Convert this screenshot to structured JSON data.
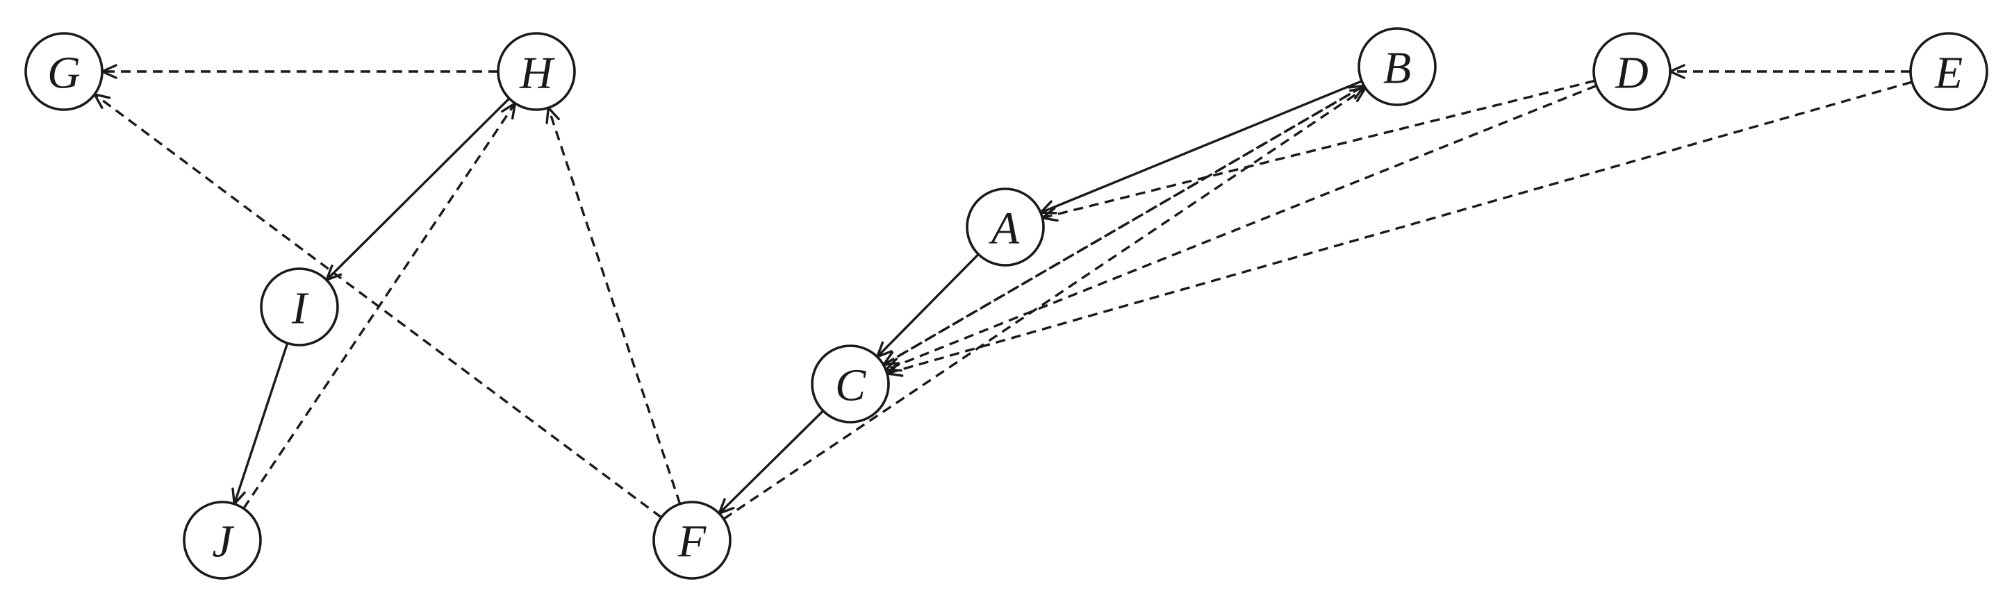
{
  "diagram": {
    "type": "directed-graph",
    "nodes": [
      {
        "id": "G",
        "label": "G"
      },
      {
        "id": "H",
        "label": "H"
      },
      {
        "id": "I",
        "label": "I"
      },
      {
        "id": "J",
        "label": "J"
      },
      {
        "id": "F",
        "label": "F"
      },
      {
        "id": "C",
        "label": "C"
      },
      {
        "id": "A",
        "label": "A"
      },
      {
        "id": "B",
        "label": "B"
      },
      {
        "id": "D",
        "label": "D"
      },
      {
        "id": "E",
        "label": "E"
      }
    ],
    "edges": [
      {
        "from": "H",
        "to": "G",
        "style": "dashed"
      },
      {
        "from": "F",
        "to": "G",
        "style": "dashed"
      },
      {
        "from": "H",
        "to": "I",
        "style": "solid"
      },
      {
        "from": "I",
        "to": "J",
        "style": "solid"
      },
      {
        "from": "J",
        "to": "H",
        "style": "dashed"
      },
      {
        "from": "F",
        "to": "H",
        "style": "dashed"
      },
      {
        "from": "B",
        "to": "A",
        "style": "solid"
      },
      {
        "from": "D",
        "to": "A",
        "style": "dashed"
      },
      {
        "from": "A",
        "to": "C",
        "style": "solid"
      },
      {
        "from": "B",
        "to": "C",
        "style": "dashed"
      },
      {
        "from": "D",
        "to": "C",
        "style": "dashed"
      },
      {
        "from": "E",
        "to": "C",
        "style": "dashed"
      },
      {
        "from": "C",
        "to": "B",
        "style": "dashed"
      },
      {
        "from": "C",
        "to": "F",
        "style": "solid"
      },
      {
        "from": "F",
        "to": "B",
        "style": "dashed"
      },
      {
        "from": "E",
        "to": "D",
        "style": "dashed"
      }
    ]
  }
}
